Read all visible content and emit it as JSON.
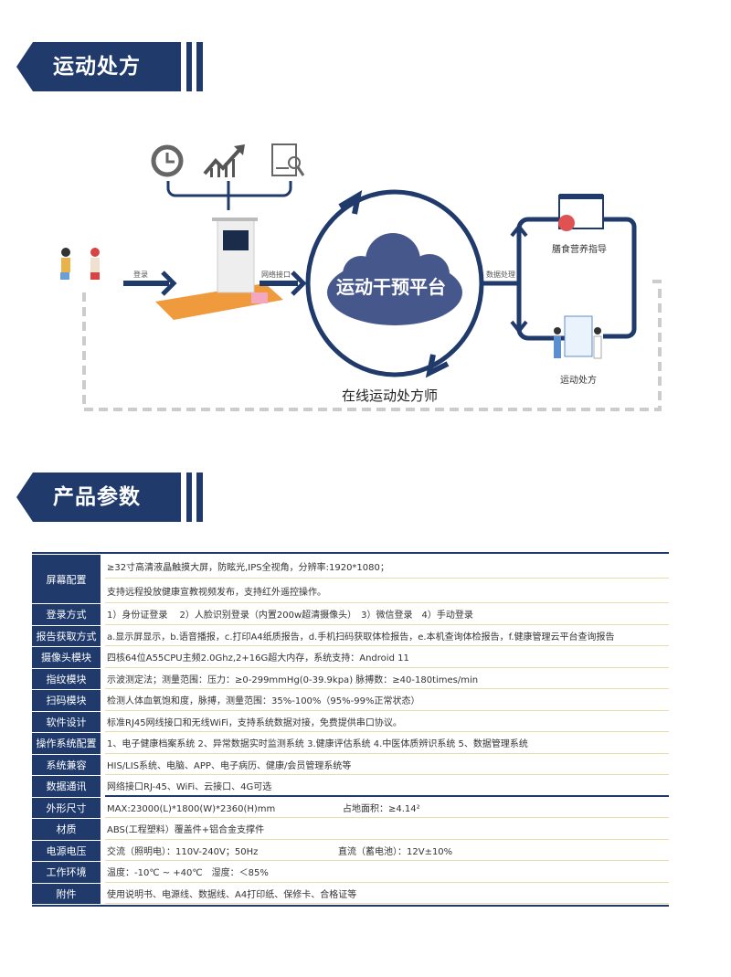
{
  "section1": {
    "title": "运动处方"
  },
  "diagram": {
    "login_label": "登录",
    "network_label": "网络接口",
    "data_label": "数据处理",
    "platform": "运动干预平台",
    "online": "在线运动处方师",
    "diet": "膳食营养指导",
    "prescription": "运动处方",
    "icons": [
      "history-icon",
      "growth-chart-icon",
      "report-search-icon"
    ]
  },
  "section2": {
    "title": "产品参数"
  },
  "params": [
    {
      "key": "屏幕配置",
      "lines": [
        "≥32寸高清液晶触摸大屏，防眩光,IPS全视角，分辨率:1920*1080；",
        "支持远程投放健康宣教视频发布，支持红外遥控操作。"
      ]
    },
    {
      "key": "登录方式",
      "value": "1）身份证登录　 2）人脸识别登录（内置200w超清摄像头）　3）微信登录　4）手动登录"
    },
    {
      "key": "报告获取方式",
      "value": "a.显示屏显示，b.语音播报，c.打印A4纸质报告，d.手机扫码获取体检报告，e.本机查询体检报告，f.健康管理云平台查询报告"
    },
    {
      "key": "摄像头模块",
      "value": "四核64位A55CPU主频2.0Ghz,2+16G超大内存，系统支持：Android 11"
    },
    {
      "key": "指纹模块",
      "value": "示波测定法；测量范围：压力：≥0-299mmHg(0-39.9kpa) 脉搏数：≥40-180times/min"
    },
    {
      "key": "扫码模块",
      "value": "检测人体血氧饱和度，脉搏，测量范围：35%-100%（95%-99%正常状态）"
    },
    {
      "key": "软件设计",
      "value": "标准RJ45网线接口和无线WiFi，支持系统数据对接，免费提供串口协议。"
    },
    {
      "key": "操作系统配置",
      "value": "1、电子健康档案系统  2、异常数据实时监测系统  3.健康评估系统  4.中医体质辨识系统  5、数据管理系统"
    },
    {
      "key": "系统兼容",
      "value": "HIS/LIS系统、电脑、APP、电子病历、健康/会员管理系统等"
    },
    {
      "key": "数据通讯",
      "value": "网络接口RJ-45、WiFi、云接口、4G可选"
    },
    {
      "key": "外形尺寸",
      "value": "MAX:23000(L)*1800(W)*2360(H)mm",
      "value2": "占地面积：≥4.14²"
    },
    {
      "key": "材质",
      "value": "ABS(工程塑料）覆盖件+铝合金支撑件"
    },
    {
      "key": "电源电压",
      "value": "交流（照明电）：110V-240V；50Hz",
      "value2": "直流（蓄电池）：12V±10%"
    },
    {
      "key": "工作环境",
      "value": "温度：-10℃ ~ +40℃　湿度：＜85%"
    },
    {
      "key": "附件",
      "value": "使用说明书、电源线、数据线、A4打印纸、保修卡、合格证等"
    }
  ]
}
